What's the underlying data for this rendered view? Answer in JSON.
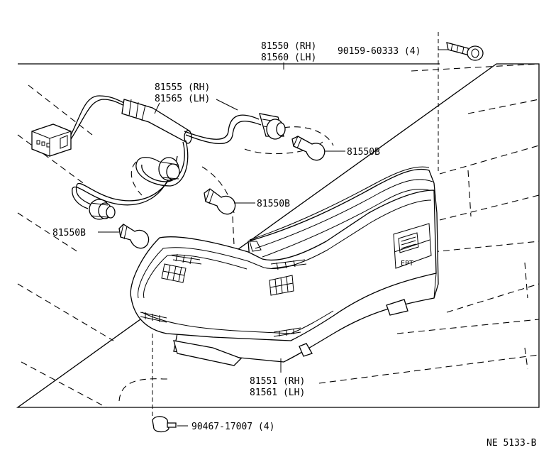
{
  "labels": {
    "housing_rh": "81550 (RH)",
    "housing_lh": "81560 (LH)",
    "screw_top": "90159-60333 (4)",
    "socket_rh": "81555 (RH)",
    "socket_lh": "81565 (LH)",
    "bulb_1": "81550B",
    "bulb_2": "81550B",
    "bulb_3": "81550B",
    "lens_rh": "81551 (RH)",
    "lens_lh": "81561 (LH)",
    "clip_bottom": "90467-17007 (4)",
    "ref_code": "NE 5133-B"
  }
}
